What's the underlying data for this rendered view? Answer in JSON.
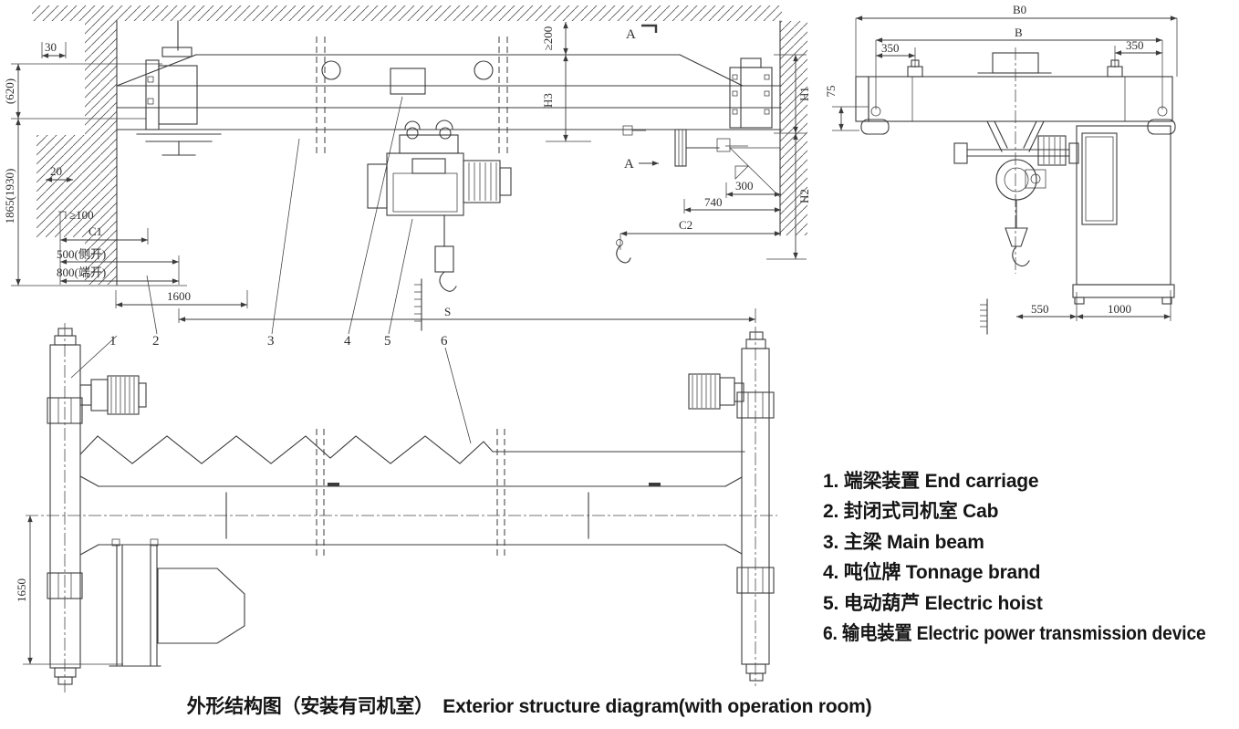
{
  "dims": {
    "d30": "30",
    "d620": "(620)",
    "d1865": "1865(1930)",
    "d20": "20",
    "min100": "≥100",
    "c1": "C1",
    "d500_side": "500(侧开)",
    "d800_end": "800(端开)",
    "d1600": "1600",
    "min200": "≥200",
    "h3": "H3",
    "section_a": "A",
    "d300": "300",
    "d740": "740",
    "c2": "C2",
    "span_s": "S",
    "h1": "H1",
    "h2": "H2",
    "b0": "B0",
    "b": "B",
    "d350_left": "350",
    "d350_right": "350",
    "d75": "75",
    "d550": "550",
    "d1000": "1000",
    "d1650": "1650"
  },
  "callouts": {
    "n1": "1",
    "n2": "2",
    "n3": "3",
    "n4": "4",
    "n5": "5",
    "n6": "6"
  },
  "legend": {
    "items": [
      {
        "text": "1. 端梁装置 End carriage"
      },
      {
        "text": "2. 封闭式司机室 Cab"
      },
      {
        "text": "3. 主梁 Main beam"
      },
      {
        "text": "4. 吨位牌 Tonnage brand"
      },
      {
        "text": "5. 电动葫芦 Electric hoist"
      },
      {
        "text": "6. 输电装置 Electric power transmission device"
      }
    ]
  },
  "caption": "外形结构图（安装有司机室）　Exterior structure diagram(with operation room)"
}
